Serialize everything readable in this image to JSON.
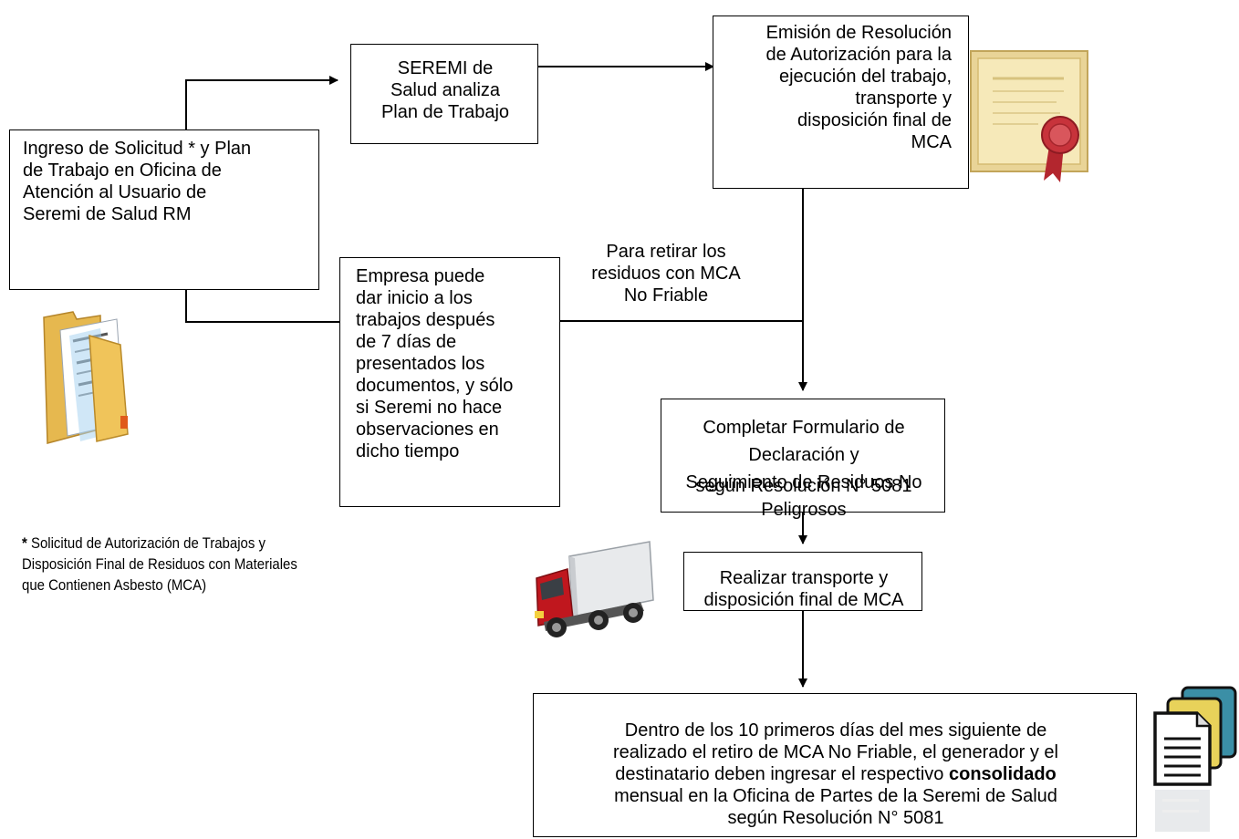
{
  "boxes": {
    "ingreso": "Ingreso de Solicitud * y Plan\nde Trabajo en Oficina de\nAtención al Usuario de\nSeremi de Salud RM",
    "seremi": "SEREMI de\nSalud analiza\nPlan de Trabajo",
    "emision": "Emisión de Resolución\nde Autorización para la\nejecución del trabajo,\ntransporte y\ndisposición final de\nMCA",
    "empresa": "Empresa puede\ndar inicio a los\ntrabajos después\nde 7 días de\npresentados los\ndocumentos, y sólo\nsi Seremi no hace\nobservaciones en\ndicho tiempo",
    "completar_1": "Completar Formulario de Declaración y\nSeguimiento de Residuos No Peligrosos",
    "completar_2": "según Resolución N° 5081",
    "realizar": "Realizar transporte y\ndisposición final de  MCA",
    "dentro_1": "Dentro de los 10 primeros días del mes siguiente de\nrealizado el retiro de MCA No Friable, el generador y el\ndestinatario deben ingresar el respectivo ",
    "dentro_bold": "consolidado",
    "dentro_2": "\nmensual en la Oficina de Partes de la Seremi de Salud\nsegún Resolución N° 5081"
  },
  "edge_label": "Para retirar los\nresiduos con MCA\nNo Friable",
  "footnote": {
    "star": "*",
    "text": " Solicitud de Autorización de Trabajos y\nDisposición Final de Residuos con Materiales\nque Contienen Asbesto (MCA)"
  },
  "icons": [
    "folder-icon",
    "certificate-icon",
    "truck-icon",
    "documents-icon"
  ]
}
